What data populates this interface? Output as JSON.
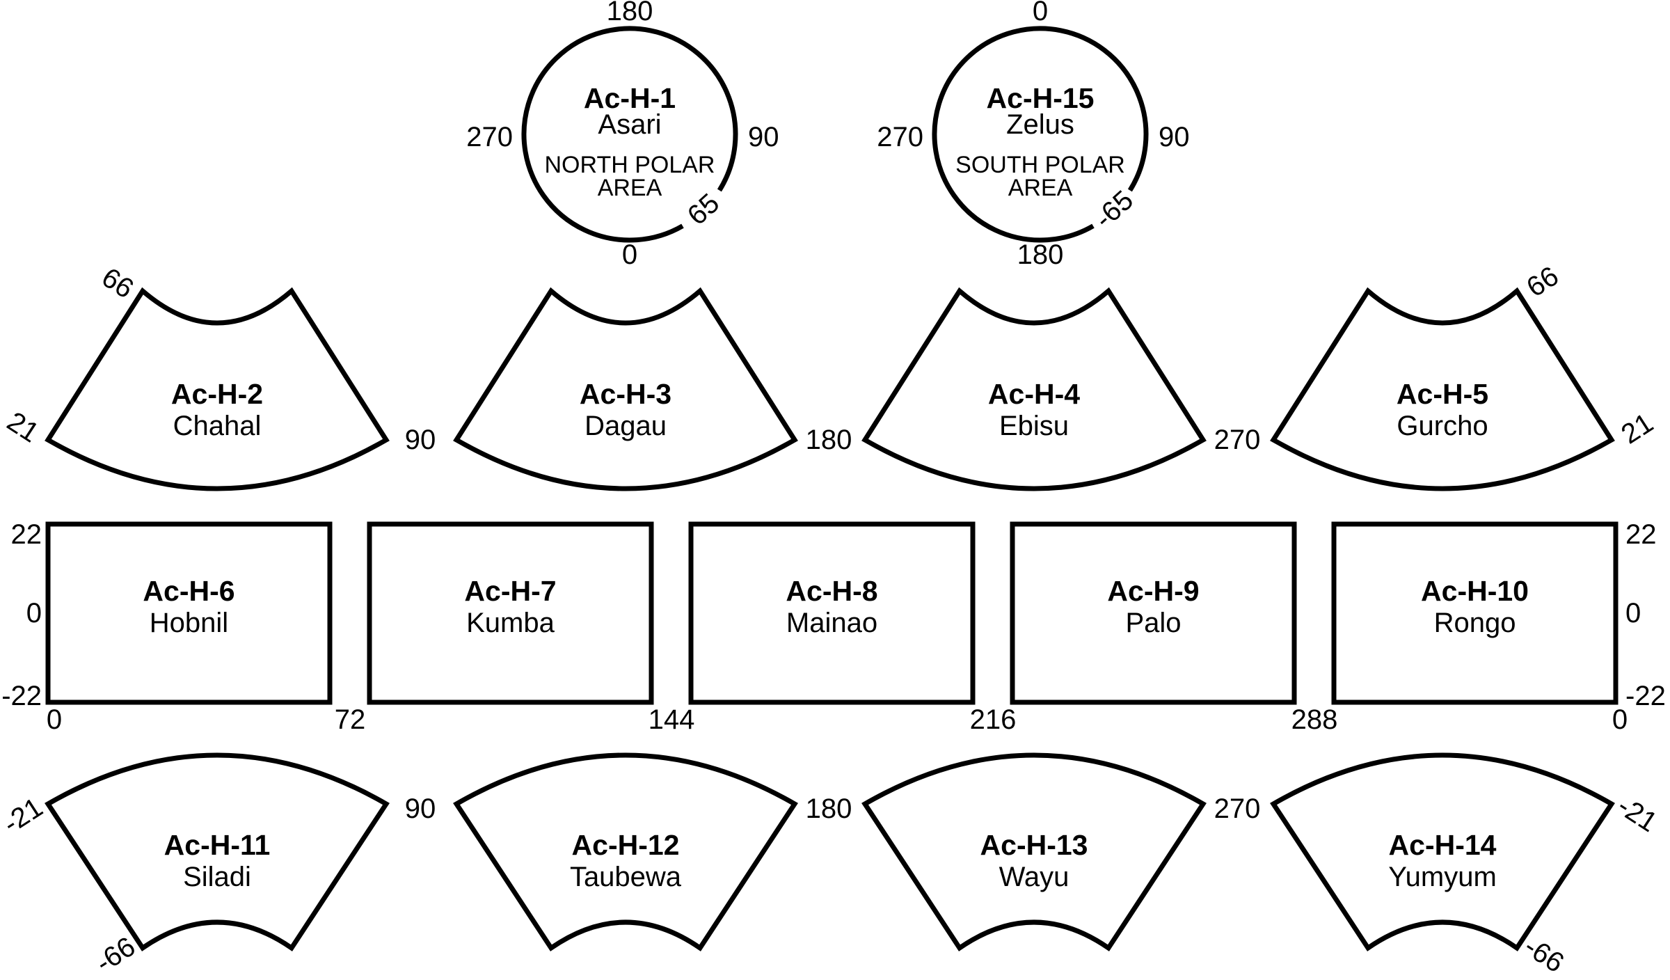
{
  "figure": {
    "description": "Quadrangle index map of Ceres (Ac-H series)",
    "background": "#ffffff",
    "line_color": "#000000",
    "text_color": "#000000",
    "polar_quads": [
      {
        "id": "Ac-H-1",
        "name": "Asari",
        "region_line1": "NORTH POLAR",
        "region_line2": "AREA",
        "top_label": "180",
        "left_label": "270",
        "right_label": "90",
        "bottom_label": "0",
        "edge_lat_label": "65"
      },
      {
        "id": "Ac-H-15",
        "name": "Zelus",
        "region_line1": "SOUTH POLAR",
        "region_line2": "AREA",
        "top_label": "0",
        "left_label": "270",
        "right_label": "90",
        "bottom_label": "180",
        "edge_lat_label": "-65"
      }
    ],
    "north_quads": {
      "quads": [
        {
          "id": "Ac-H-2",
          "name": "Chahal"
        },
        {
          "id": "Ac-H-3",
          "name": "Dagau"
        },
        {
          "id": "Ac-H-4",
          "name": "Ebisu"
        },
        {
          "id": "Ac-H-5",
          "name": "Gurcho"
        }
      ],
      "left_lat_labels": [
        "66",
        "21"
      ],
      "right_lat_labels": [
        "66",
        "21"
      ],
      "boundary_lon_labels": [
        "90",
        "180",
        "270"
      ]
    },
    "equatorial_quads": {
      "quads": [
        {
          "id": "Ac-H-6",
          "name": "Hobnil"
        },
        {
          "id": "Ac-H-7",
          "name": "Kumba"
        },
        {
          "id": "Ac-H-8",
          "name": "Mainao"
        },
        {
          "id": "Ac-H-9",
          "name": "Palo"
        },
        {
          "id": "Ac-H-10",
          "name": "Rongo"
        }
      ],
      "left_lat_labels": [
        "22",
        "0",
        "-22"
      ],
      "right_lat_labels": [
        "22",
        "0",
        "-22"
      ],
      "bottom_lon_labels": [
        "0",
        "72",
        "144",
        "216",
        "288",
        "0"
      ]
    },
    "south_quads": {
      "quads": [
        {
          "id": "Ac-H-11",
          "name": "Siladi"
        },
        {
          "id": "Ac-H-12",
          "name": "Taubewa"
        },
        {
          "id": "Ac-H-13",
          "name": "Wayu"
        },
        {
          "id": "Ac-H-14",
          "name": "Yumyum"
        }
      ],
      "left_lat_labels": [
        "-21",
        "-66"
      ],
      "right_lat_labels": [
        "-21",
        "-66"
      ],
      "boundary_lon_labels": [
        "90",
        "180",
        "270"
      ]
    }
  }
}
